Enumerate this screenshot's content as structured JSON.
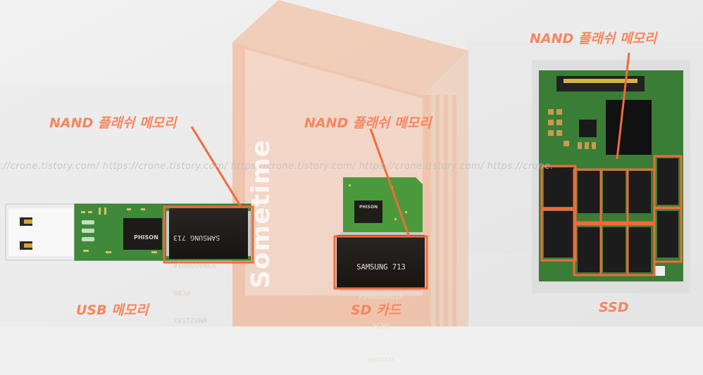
{
  "labels": {
    "usb_nand": "NAND 플래쉬 메모리",
    "sd_nand": "NAND 플래쉬 메모리",
    "ssd_nand": "NAND 플래쉬 메모리",
    "usb_caption": "USB 메모리",
    "sd_caption": "SD 카드",
    "ssd_caption": "SSD"
  },
  "usb_chip": {
    "line1": "WN0215XX",
    "line2": "PCB0",
    "line3": "K9WAG08U1A",
    "line4": "SAMSUNG 713"
  },
  "sd_chip": {
    "line1": "SAMSUNG 713",
    "line2": "K9WAG08U1A",
    "line3": "PCB0",
    "line4": "WN0215XX"
  },
  "usb_controller": "PHISON",
  "sd_controller": "PHISON",
  "watermark": {
    "url": "://crone.tistory.com/ https://crone.tistory.com/ https://crone.tistory.com/ https://crone.tistory.com/ https://crone.",
    "word": "Sometime"
  },
  "colors": {
    "highlight": "#f26a3a",
    "label": "#f7865f",
    "pcb_green": "#3f8a3a"
  }
}
